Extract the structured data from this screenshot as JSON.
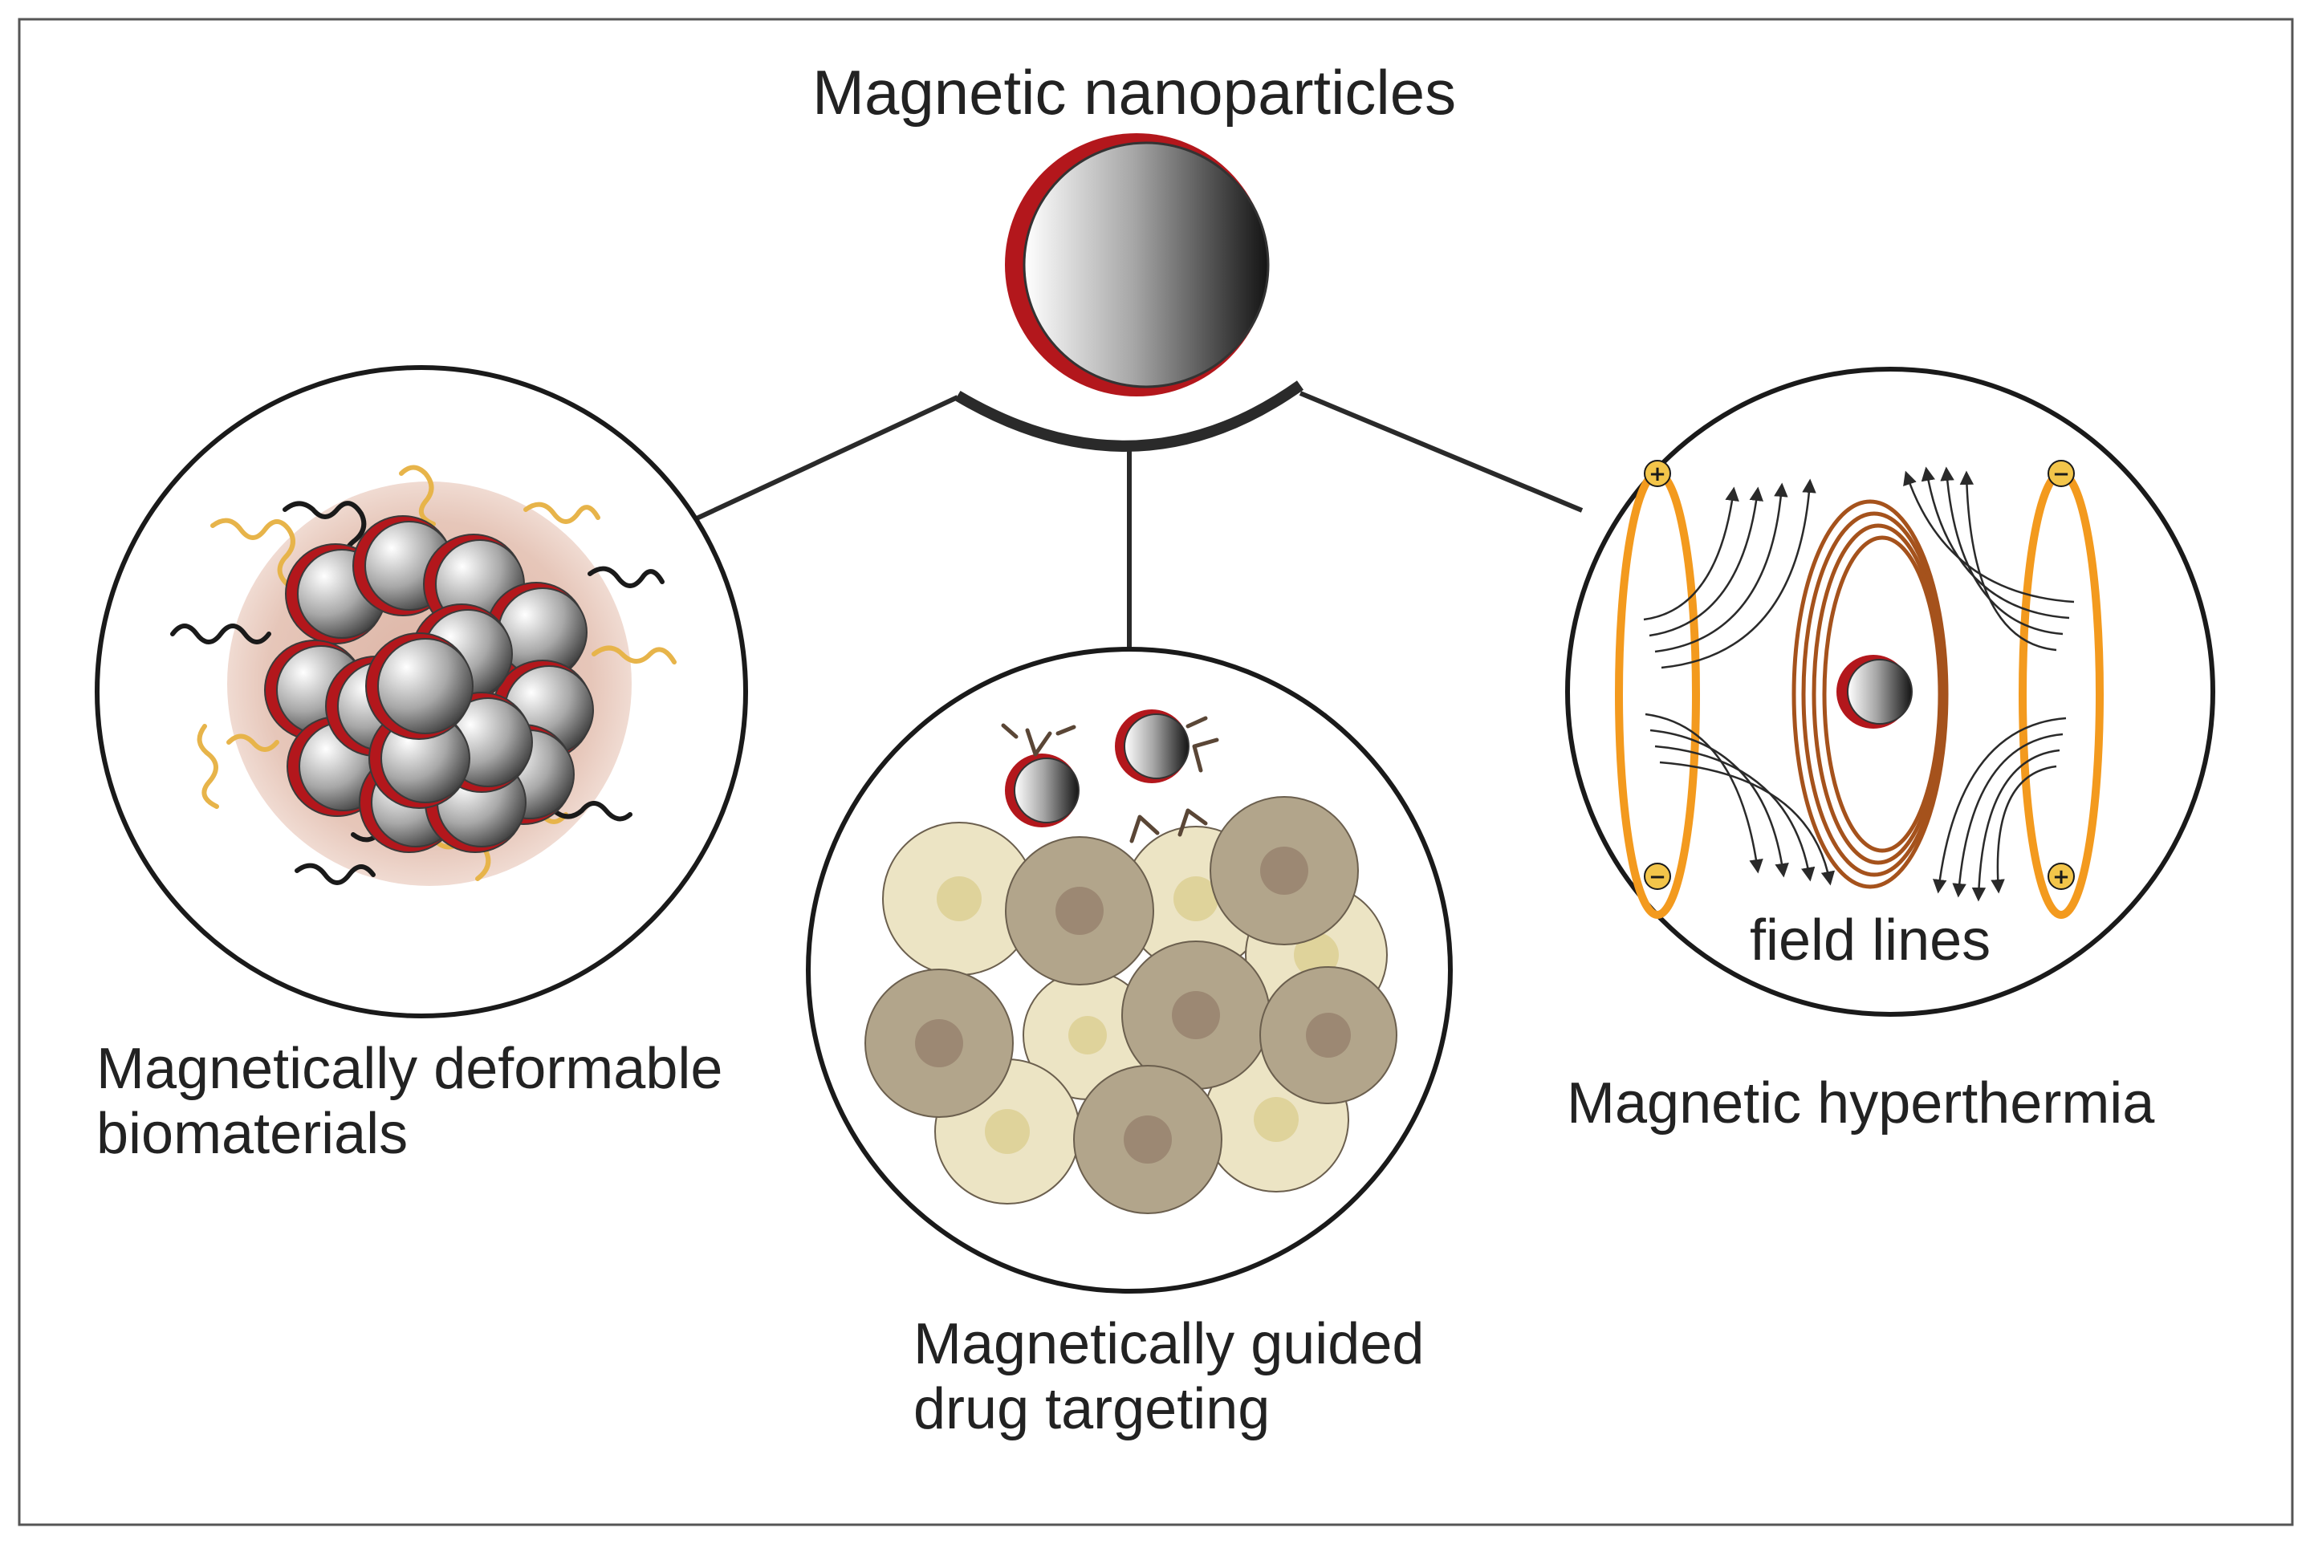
{
  "title": "Magnetic nanoparticles",
  "applications": {
    "deformable": {
      "line1": "Magnetically deformable",
      "line2": "biomaterials"
    },
    "targeting": {
      "line1": "Magnetically guided",
      "line2": "drug targeting"
    },
    "hyperthermia": {
      "label": "Magnetic hyperthermia",
      "field_label": "field lines",
      "plus": "+",
      "minus": "−"
    }
  },
  "colors": {
    "frame": "#555555",
    "outline": "#1a1a1a",
    "shell_red": "#b3171c",
    "coil_orange": "#f39a1e",
    "coil_brown": "#a5521c",
    "polymer_gold": "#e7b44a",
    "halo": "#dcb3a4",
    "cell_dark": "#b2a58b",
    "cell_light": "#ece4c4",
    "cell_nucleus": "#9c8873",
    "cell_nucleus_light": "#dfd39b"
  }
}
